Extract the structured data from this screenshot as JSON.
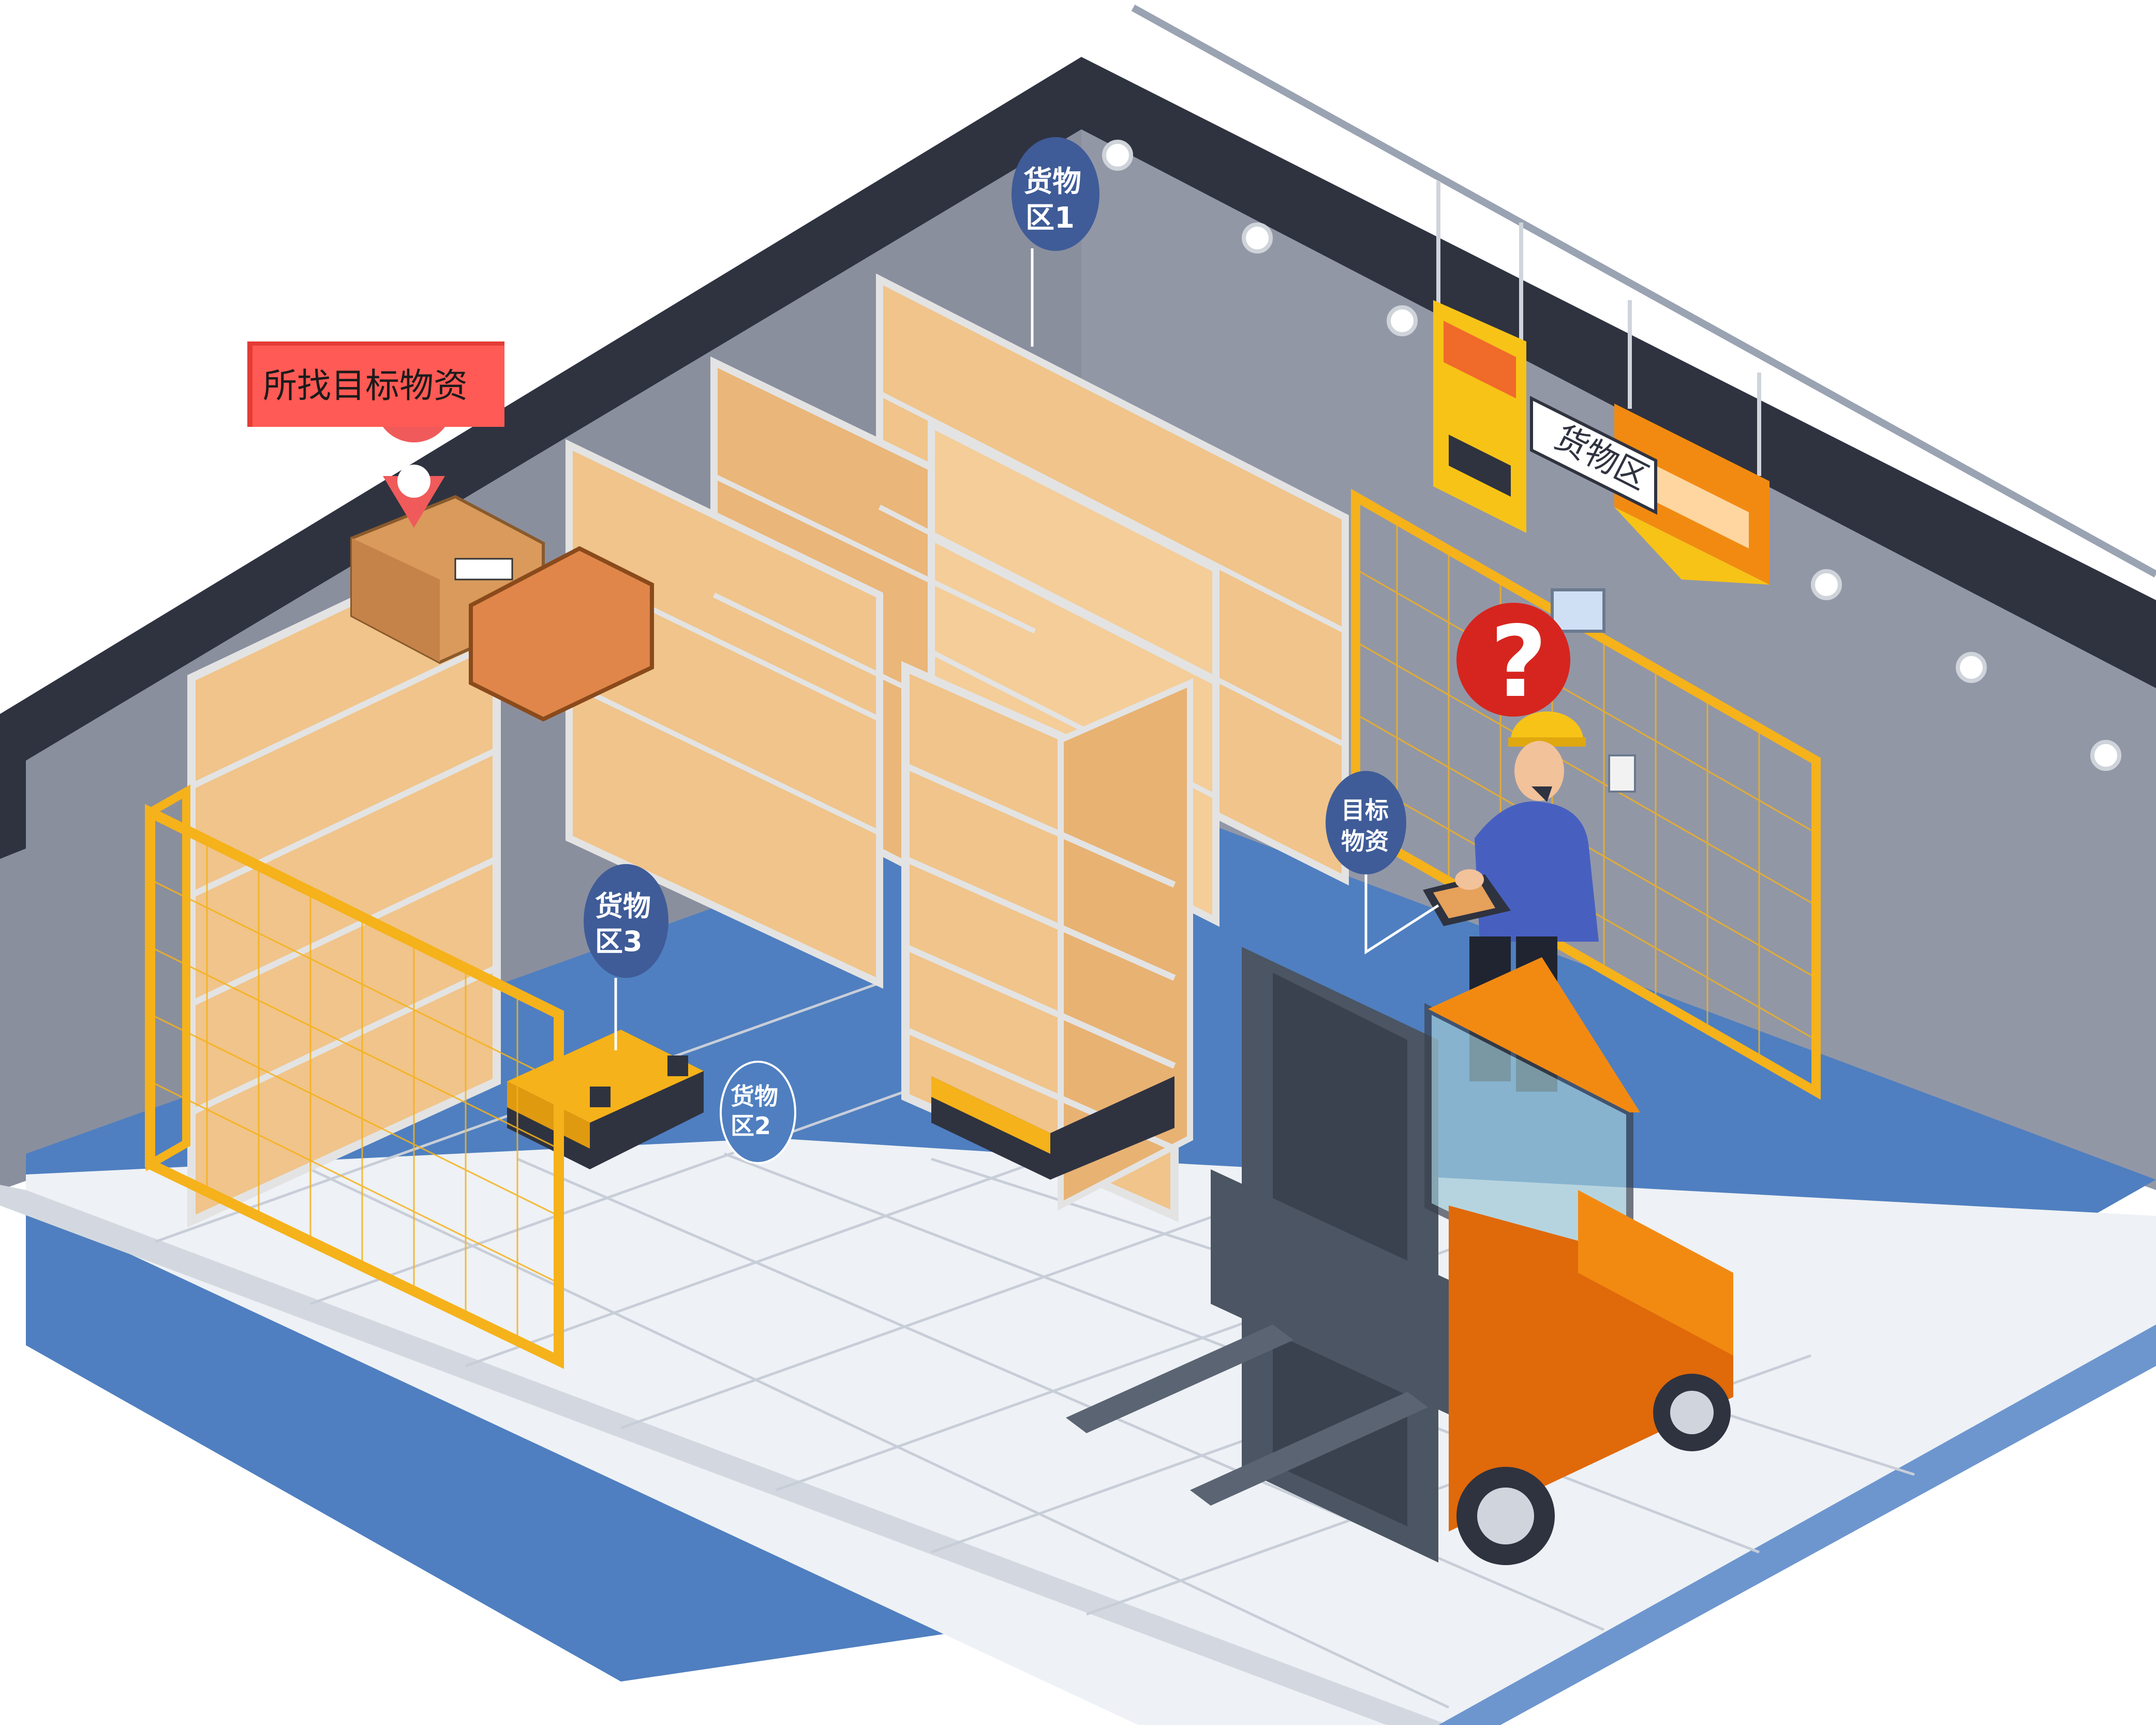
{
  "labels": {
    "target_tag": "所找目标物资",
    "zone1_line1": "货物",
    "zone1_line2": "区1",
    "zone2_line1": "货物",
    "zone2_line2": "区2",
    "zone3_line1": "货物",
    "zone3_line2": "区3",
    "target_bubble_line1": "目标",
    "target_bubble_line2": "物资",
    "hanging_sign": "货物区",
    "question_mark": "?"
  },
  "colors": {
    "wall_dark": "#2f3340",
    "wall_grey": "#8a8f9e",
    "floor_blue": "#4f7fc0",
    "floor_tile": "#eef1f5",
    "fence_yellow": "#f5b21a",
    "box_tan": "#f0c48a",
    "shelf_frame": "#e3e3e3",
    "tag_red": "#f05a5a",
    "bubble_blue": "#3f5c98",
    "forklift_orange": "#f28a12",
    "forklift_grey": "#4b5563"
  }
}
